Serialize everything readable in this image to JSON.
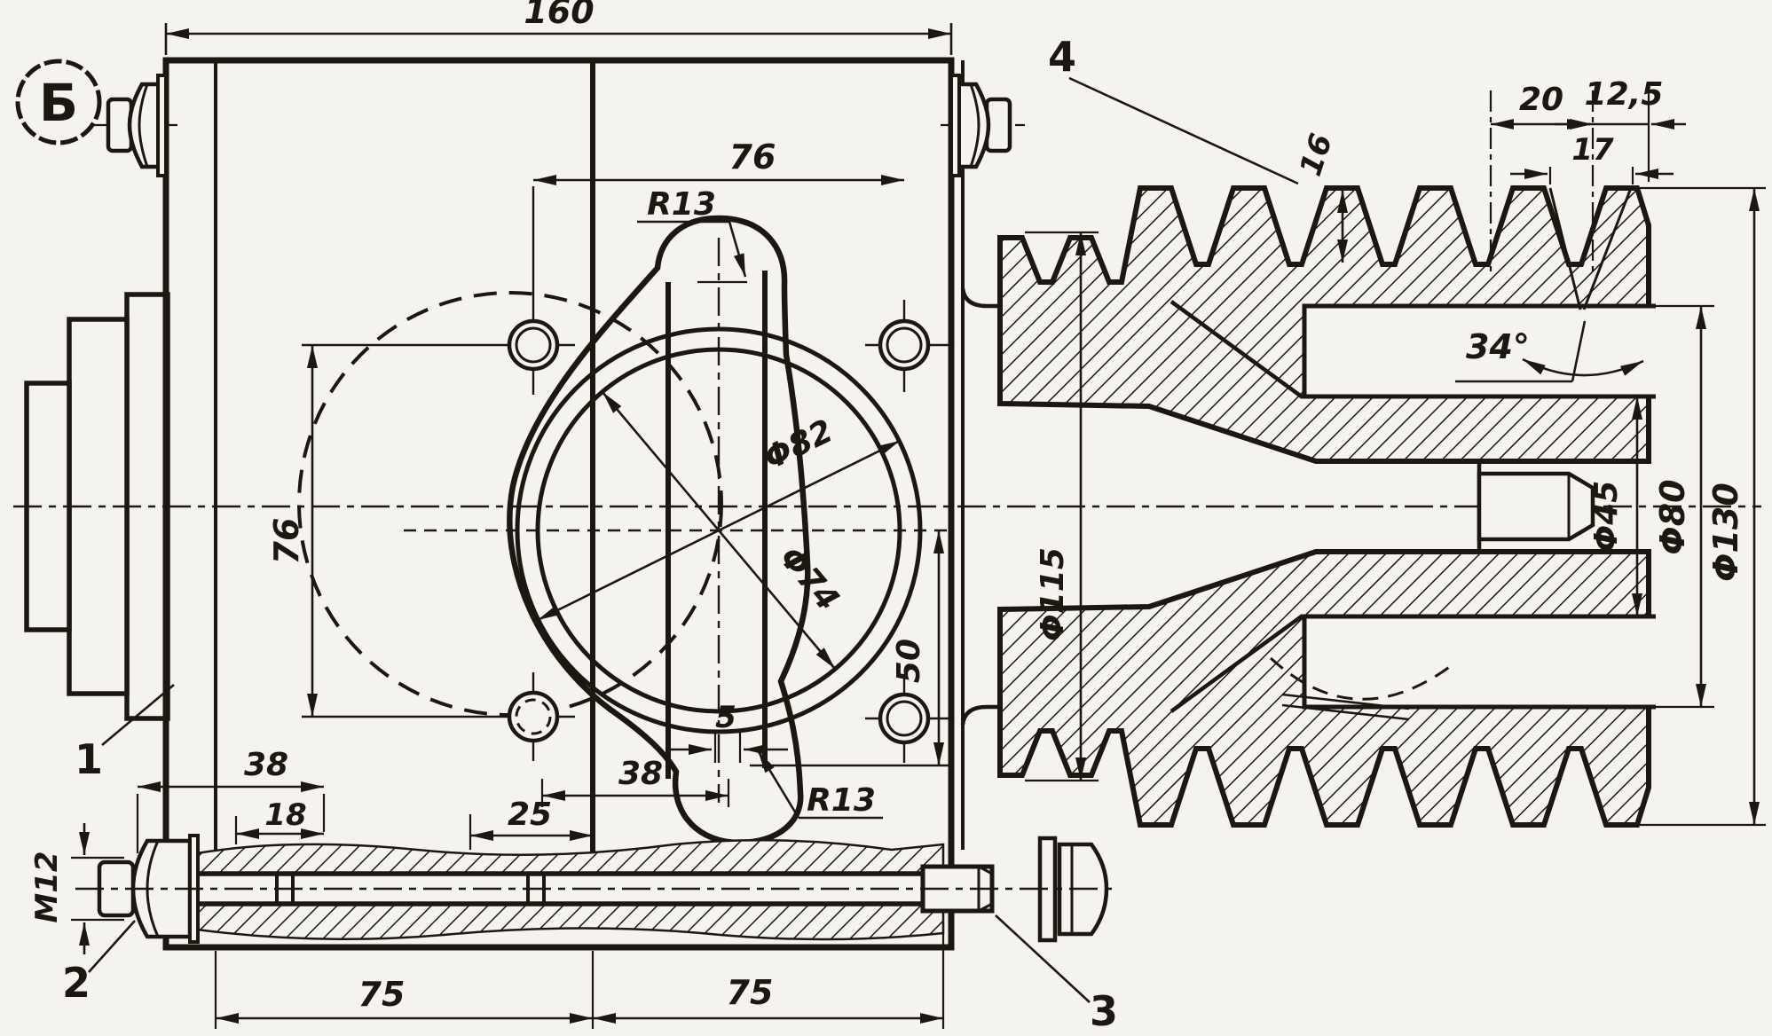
{
  "drawing": {
    "view_marker": "Б",
    "colors": {
      "paper": "#f5f3ee",
      "ink": "#1c1711"
    },
    "part_labels": {
      "p1": "1",
      "p2": "2",
      "p3": "3",
      "p4": "4"
    },
    "front": {
      "width_total": "160",
      "bolt_spacing_h": "76",
      "lobe_radius_top": "R13",
      "bolt_spacing_v": "76",
      "bore_outer": "Φ82",
      "bore_inner": "Φ74",
      "lobe_offset_v": "50",
      "lobe_offset_h": "5",
      "port_offset": "38",
      "port_width": "25",
      "lobe_radius_bottom": "R13",
      "stud_len": "38",
      "stud_len2": "18",
      "stud_thread": "M12",
      "half_left": "75",
      "half_right": "75"
    },
    "pulley": {
      "groove_depth": "16",
      "groove_pitch": "20",
      "groove_edge": "12,5",
      "groove_top_width": "17",
      "groove_angle": "34°",
      "dia_small": "Φ115",
      "dia_hub_inner": "Φ45",
      "dia_hub": "Φ80",
      "dia_outer": "Φ130"
    }
  }
}
